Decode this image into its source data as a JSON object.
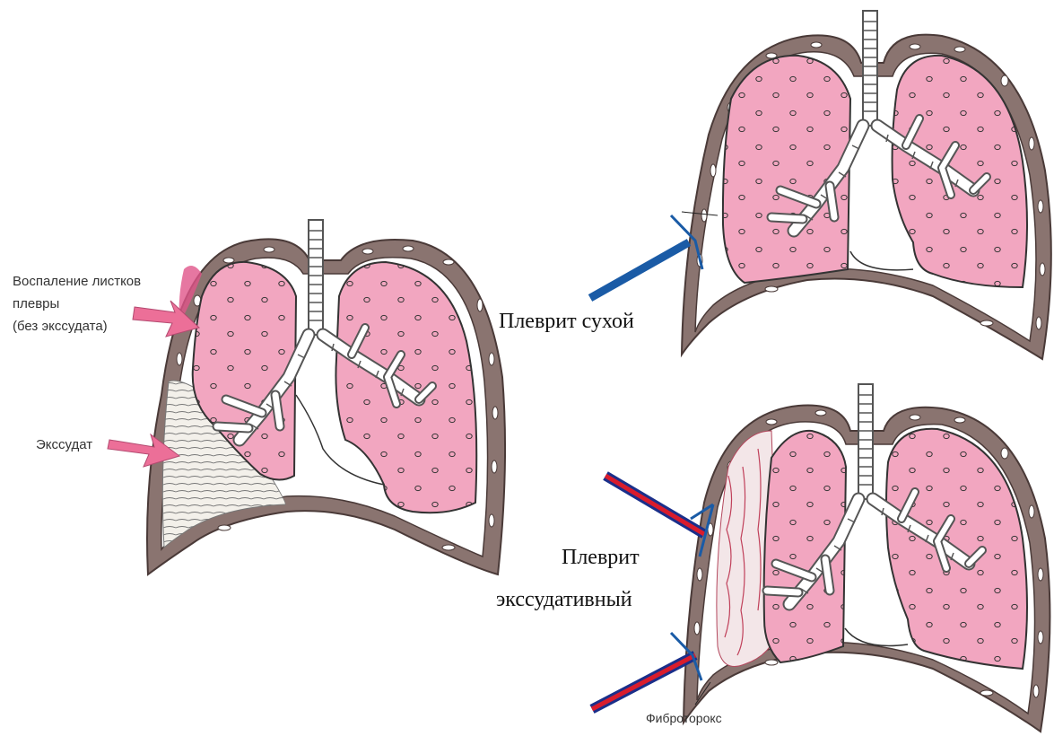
{
  "labels": {
    "inflammation_line1": "Воспаление листков",
    "inflammation_line2": "плевры",
    "inflammation_line3": "(без экссудата)",
    "exudate": "Экссудат",
    "dry_pleurisy": "Плеврит сухой",
    "exudative_line1": "Плеврит",
    "exudative_line2": "экссудативный",
    "fibrothorax": "Фиброторокс"
  },
  "colors": {
    "lung_fill": "#f2a6c0",
    "pleura_wall": "#8a7470",
    "arrow_pink": "#ec6f98",
    "arrow_blue": "#1a5ba6",
    "arrow_red": "#d91c2c",
    "exudate_fill": "#f3f0ea"
  },
  "icons": [
    "lung-diagram-icon",
    "bronchial-tree-icon",
    "pointer-arrow-icon"
  ]
}
